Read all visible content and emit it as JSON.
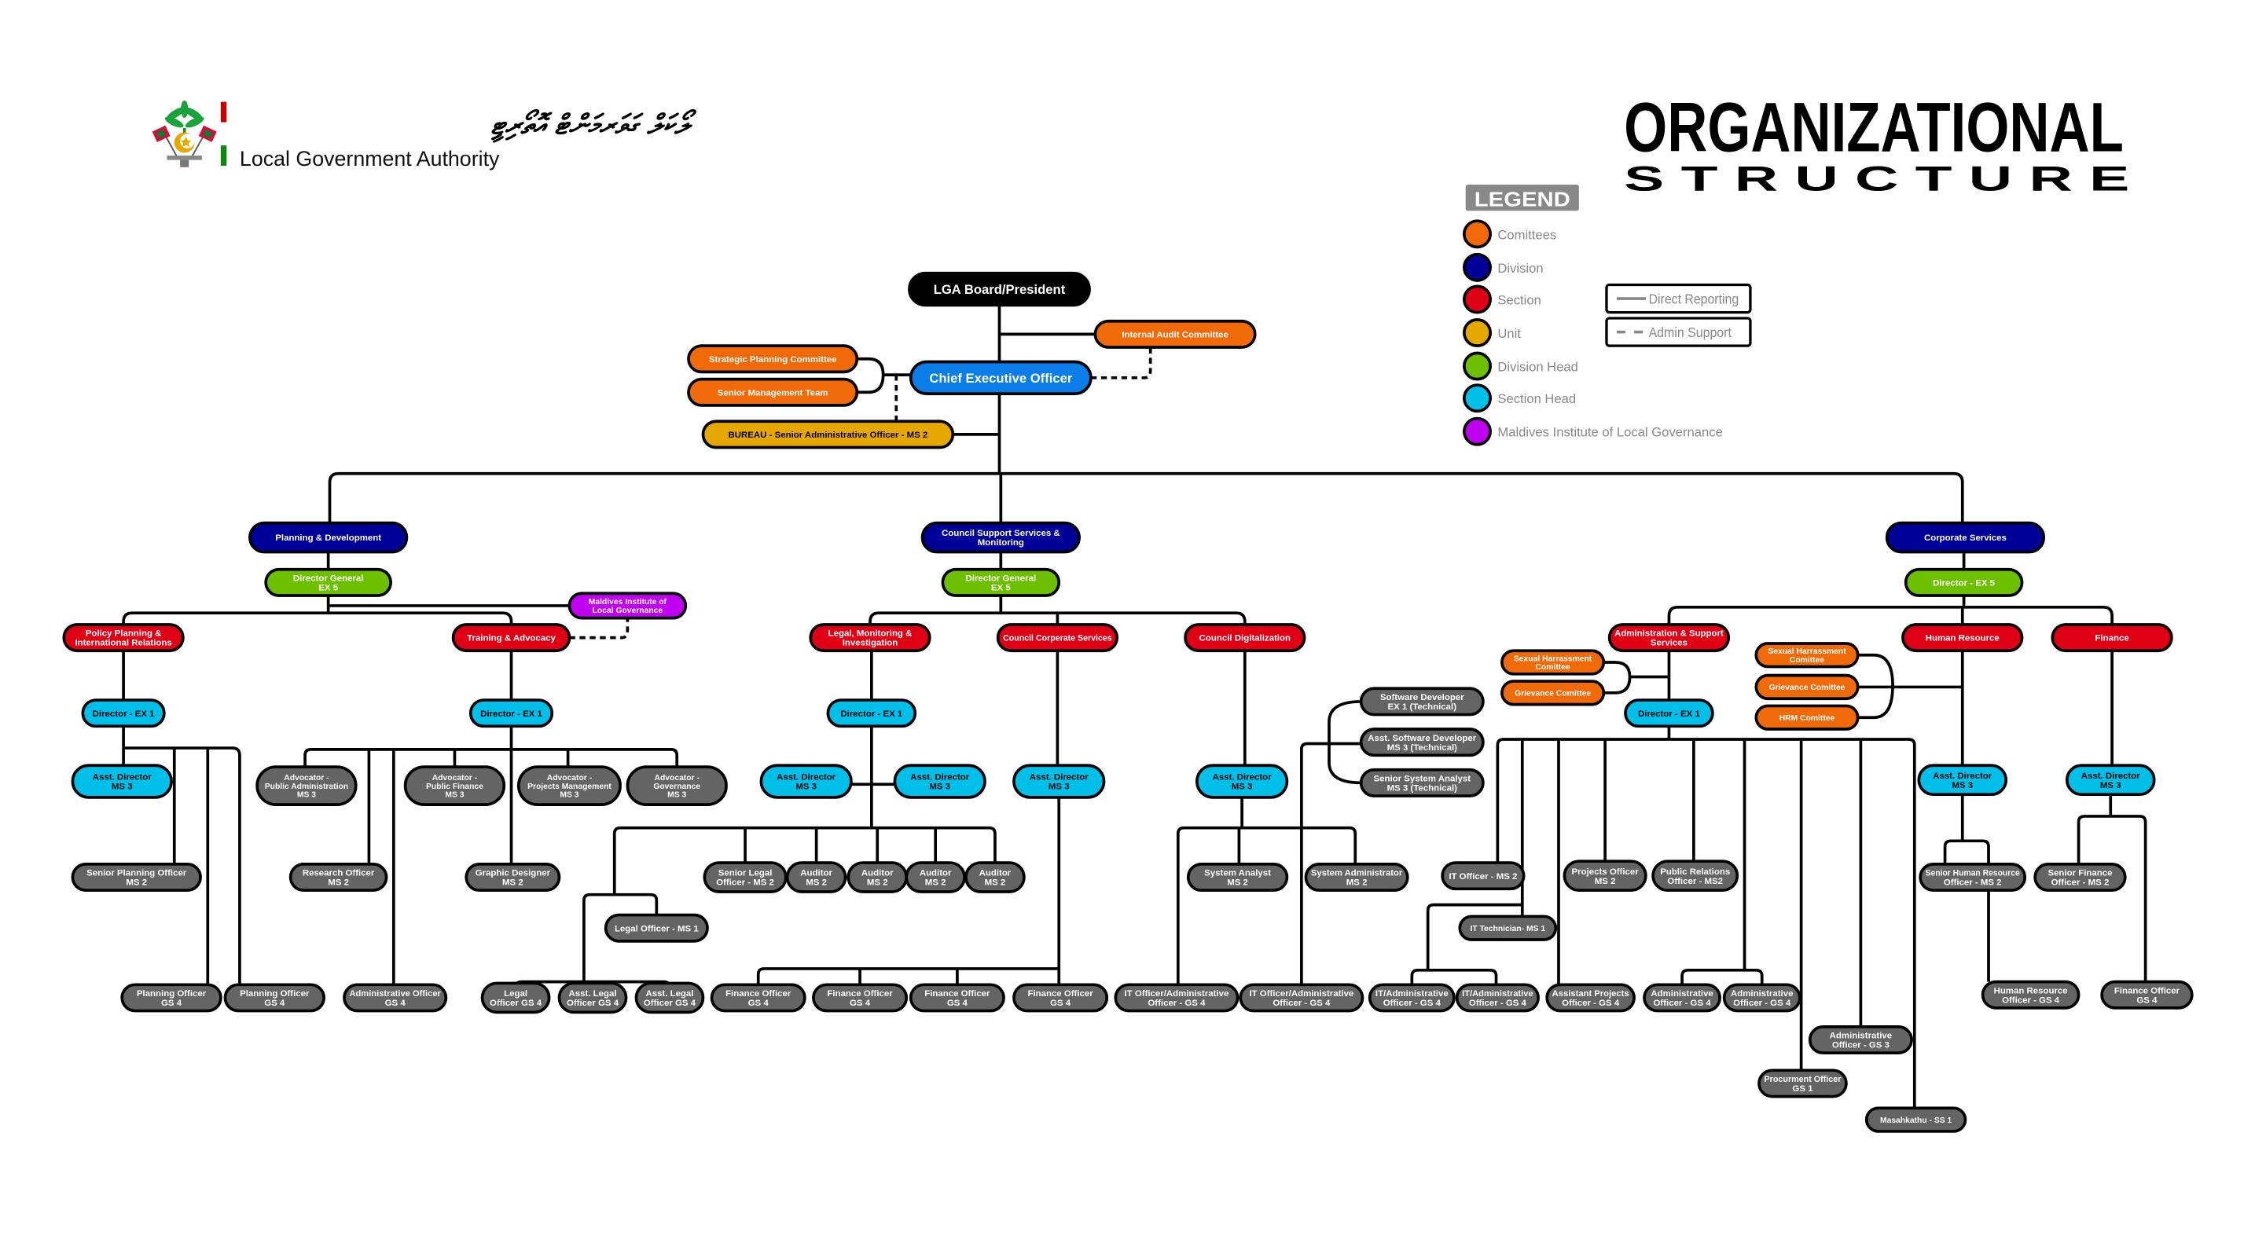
{
  "logo": {
    "thaana_text": "ލޯކަލް ގަވަރމަންޓް އޮތޯރިޓީ",
    "name": "Local Government Authority"
  },
  "title": {
    "line1": "ORGANIZATIONAL",
    "line2": "S T R U C T U R E"
  },
  "legend": {
    "heading": "LEGEND",
    "items": [
      {
        "label": "Comittees",
        "color": "#f06a0a"
      },
      {
        "label": "Division",
        "color": "#000099"
      },
      {
        "label": "Section",
        "color": "#e00016"
      },
      {
        "label": "Unit",
        "color": "#e6a800"
      },
      {
        "label": "Division Head",
        "color": "#6cc000"
      },
      {
        "label": "Section Head",
        "color": "#00bfe8"
      },
      {
        "label": "Maldives Institute of Local Governance",
        "color": "#c000f0"
      }
    ],
    "lines": [
      {
        "label": "Direct Reporting",
        "style": "solid"
      },
      {
        "label": "Admin Support",
        "style": "dashed"
      }
    ]
  },
  "colors": {
    "board": "#000000",
    "ceo": "#0a7de8",
    "committee": "#f06a0a",
    "division": "#000099",
    "section": "#e00016",
    "unit": "#e6a800",
    "division_head": "#6cc000",
    "section_head": "#00bfe8",
    "milg": "#c000f0",
    "position": "#646464"
  },
  "nodes": [
    {
      "id": "board",
      "type": "board",
      "lines": [
        "LGA Board/President"
      ]
    },
    {
      "id": "iac",
      "type": "committee",
      "lines": [
        "Internal Audit Committee"
      ]
    },
    {
      "id": "spc",
      "type": "committee",
      "lines": [
        "Strategic Planning Committee"
      ]
    },
    {
      "id": "smt",
      "type": "committee",
      "lines": [
        "Senior Management Team"
      ]
    },
    {
      "id": "ceo",
      "type": "ceo",
      "lines": [
        "Chief Executive Officer"
      ]
    },
    {
      "id": "bureau",
      "type": "unit",
      "lines": [
        "BUREAU - Senior Administrative Officer - MS 2"
      ]
    },
    {
      "id": "div_pd",
      "type": "division",
      "lines": [
        "Planning & Development"
      ]
    },
    {
      "id": "div_cs",
      "type": "division",
      "lines": [
        "Council Support Services &",
        "Monitoring"
      ]
    },
    {
      "id": "div_corp",
      "type": "division",
      "lines": [
        "Corporate Services"
      ]
    },
    {
      "id": "dg_pd",
      "type": "division_head",
      "lines": [
        "Director General",
        "EX 5"
      ]
    },
    {
      "id": "dg_cs",
      "type": "division_head",
      "lines": [
        "Director General",
        "EX 5"
      ]
    },
    {
      "id": "dg_corp",
      "type": "division_head",
      "lines": [
        "Director - EX 5"
      ]
    },
    {
      "id": "milg",
      "type": "milg",
      "lines": [
        "Maldives Institute of",
        "Local Governance"
      ]
    },
    {
      "id": "sec_ppir",
      "type": "section",
      "lines": [
        "Policy Planning &",
        "International Relations"
      ]
    },
    {
      "id": "sec_ta",
      "type": "section",
      "lines": [
        "Training & Advocacy"
      ]
    },
    {
      "id": "sec_lmi",
      "type": "section",
      "lines": [
        "Legal, Monitoring &",
        "Investigation"
      ]
    },
    {
      "id": "sec_ccs",
      "type": "section",
      "lines": [
        "Council Corperate Services"
      ]
    },
    {
      "id": "sec_cd",
      "type": "section",
      "lines": [
        "Council Digitalization"
      ]
    },
    {
      "id": "sec_ass",
      "type": "section",
      "lines": [
        "Administration & Support",
        "Services"
      ]
    },
    {
      "id": "sec_hr",
      "type": "section",
      "lines": [
        "Human Resource"
      ]
    },
    {
      "id": "sec_fin",
      "type": "section",
      "lines": [
        "Finance"
      ]
    },
    {
      "id": "dir_ppir",
      "type": "section_head",
      "lines": [
        "Director - EX 1"
      ]
    },
    {
      "id": "dir_ta",
      "type": "section_head",
      "lines": [
        "Director - EX 1"
      ]
    },
    {
      "id": "dir_lmi",
      "type": "section_head",
      "lines": [
        "Director - EX 1"
      ]
    },
    {
      "id": "dir_ass",
      "type": "section_head",
      "lines": [
        "Director - EX 1"
      ]
    },
    {
      "id": "ad_ppir",
      "type": "section_head",
      "lines": [
        "Asst. Director",
        "MS 3"
      ]
    },
    {
      "id": "ad_lmi1",
      "type": "section_head",
      "lines": [
        "Asst. Director",
        "MS 3"
      ]
    },
    {
      "id": "ad_lmi2",
      "type": "section_head",
      "lines": [
        "Asst. Director",
        "MS 3"
      ]
    },
    {
      "id": "ad_ccs",
      "type": "section_head",
      "lines": [
        "Asst. Director",
        "MS 3"
      ]
    },
    {
      "id": "ad_cd",
      "type": "section_head",
      "lines": [
        "Asst. Director",
        "MS 3"
      ]
    },
    {
      "id": "ad_hr",
      "type": "section_head",
      "lines": [
        "Asst. Director",
        "MS 3"
      ]
    },
    {
      "id": "ad_fin",
      "type": "section_head",
      "lines": [
        "Asst. Director",
        "MS 3"
      ]
    },
    {
      "id": "spo",
      "type": "position",
      "lines": [
        "Senior Planning Officer",
        "MS 2"
      ]
    },
    {
      "id": "po1",
      "type": "position",
      "lines": [
        "Planning Officer",
        "GS 4"
      ]
    },
    {
      "id": "po2",
      "type": "position",
      "lines": [
        "Planning Officer",
        "GS 4"
      ]
    },
    {
      "id": "adv_pa",
      "type": "position",
      "lines": [
        "Advocator -",
        "Public Administration",
        "MS 3"
      ]
    },
    {
      "id": "ro",
      "type": "position",
      "lines": [
        "Research Officer",
        "MS 2"
      ]
    },
    {
      "id": "ao_ta",
      "type": "position",
      "lines": [
        "Administrative Officer",
        "GS 4"
      ]
    },
    {
      "id": "adv_pf",
      "type": "position",
      "lines": [
        "Advocator -",
        "Public Finance",
        "MS 3"
      ]
    },
    {
      "id": "gd",
      "type": "position",
      "lines": [
        "Graphic Designer",
        "MS 2"
      ]
    },
    {
      "id": "adv_pm",
      "type": "position",
      "lines": [
        "Advocator -",
        "Projects Management",
        "MS 3"
      ]
    },
    {
      "id": "adv_gov",
      "type": "position",
      "lines": [
        "Advocator -",
        "Governance",
        "MS 3"
      ]
    },
    {
      "id": "slo",
      "type": "position",
      "lines": [
        "Senior Legal",
        "Officer - MS 2"
      ]
    },
    {
      "id": "aud1",
      "type": "position",
      "lines": [
        "Auditor",
        "MS 2"
      ]
    },
    {
      "id": "aud2",
      "type": "position",
      "lines": [
        "Auditor",
        "MS 2"
      ]
    },
    {
      "id": "aud3",
      "type": "position",
      "lines": [
        "Auditor",
        "MS 2"
      ]
    },
    {
      "id": "aud4",
      "type": "position",
      "lines": [
        "Auditor",
        "MS 2"
      ]
    },
    {
      "id": "lo_ms1",
      "type": "position",
      "lines": [
        "Legal Officer - MS 1"
      ]
    },
    {
      "id": "lo_gs4",
      "type": "position",
      "lines": [
        "Legal",
        "Officer GS 4"
      ]
    },
    {
      "id": "alo1",
      "type": "position",
      "lines": [
        "Asst. Legal",
        "Officer GS 4"
      ]
    },
    {
      "id": "alo2",
      "type": "position",
      "lines": [
        "Asst. Legal",
        "Officer GS 4"
      ]
    },
    {
      "id": "fo1",
      "type": "position",
      "lines": [
        "Finance Officer",
        "GS 4"
      ]
    },
    {
      "id": "fo2",
      "type": "position",
      "lines": [
        "Finance Officer",
        "GS 4"
      ]
    },
    {
      "id": "fo3",
      "type": "position",
      "lines": [
        "Finance Officer",
        "GS 4"
      ]
    },
    {
      "id": "fo4",
      "type": "position",
      "lines": [
        "Finance Officer",
        "GS 4"
      ]
    },
    {
      "id": "it_ao1",
      "type": "position",
      "lines": [
        "IT Officer/Administrative",
        "Officer - GS 4"
      ]
    },
    {
      "id": "it_ao2",
      "type": "position",
      "lines": [
        "IT Officer/Administrative",
        "Officer - GS 4"
      ]
    },
    {
      "id": "sa",
      "type": "position",
      "lines": [
        "System Analyst",
        "MS 2"
      ]
    },
    {
      "id": "sysadm",
      "type": "position",
      "lines": [
        "System Administrator",
        "MS 2"
      ]
    },
    {
      "id": "swd",
      "type": "position",
      "lines": [
        "Software Developer",
        "EX 1 (Technical)"
      ]
    },
    {
      "id": "aswd",
      "type": "position",
      "lines": [
        "Asst. Software Developer",
        "MS 3 (Technical)"
      ]
    },
    {
      "id": "ssa",
      "type": "position",
      "lines": [
        "Senior System Analyst",
        "MS 3 (Technical)"
      ]
    },
    {
      "id": "shc1",
      "type": "committee",
      "lines": [
        "Sexual Harrassment",
        "Comittee"
      ]
    },
    {
      "id": "gc1",
      "type": "committee",
      "lines": [
        "Grievance Comittee"
      ]
    },
    {
      "id": "it_ms2",
      "type": "position",
      "lines": [
        "IT Officer - MS 2"
      ]
    },
    {
      "id": "it_tech",
      "type": "position",
      "lines": [
        "IT Technician- MS 1"
      ]
    },
    {
      "id": "itao_a",
      "type": "position",
      "lines": [
        "IT/Administrative",
        "Officer - GS 4"
      ]
    },
    {
      "id": "itao_b",
      "type": "position",
      "lines": [
        "IT/Administrative",
        "Officer - GS 4"
      ]
    },
    {
      "id": "apo",
      "type": "position",
      "lines": [
        "Assistant Projects",
        "Officer - GS 4"
      ]
    },
    {
      "id": "proj",
      "type": "position",
      "lines": [
        "Projects Officer",
        "MS 2"
      ]
    },
    {
      "id": "pro",
      "type": "position",
      "lines": [
        "Public Relations",
        "Officer - MS2"
      ]
    },
    {
      "id": "adm1",
      "type": "position",
      "lines": [
        "Administrative",
        "Officer - GS 4"
      ]
    },
    {
      "id": "adm2",
      "type": "position",
      "lines": [
        "Administrative",
        "Officer - GS 4"
      ]
    },
    {
      "id": "adm_gs3",
      "type": "position",
      "lines": [
        "Administrative",
        "Officer - GS 3"
      ]
    },
    {
      "id": "proc",
      "type": "position",
      "lines": [
        "Procurment Officer",
        "GS 1"
      ]
    },
    {
      "id": "masa",
      "type": "position",
      "lines": [
        "Masahkathu - SS 1"
      ]
    },
    {
      "id": "shc2",
      "type": "committee",
      "lines": [
        "Sexual Harrassment",
        "Comittee"
      ]
    },
    {
      "id": "gc2",
      "type": "committee",
      "lines": [
        "Grievance Comittee"
      ]
    },
    {
      "id": "hrm",
      "type": "committee",
      "lines": [
        "HRM Comittee"
      ]
    },
    {
      "id": "shro",
      "type": "position",
      "lines": [
        "Senior Human Resource",
        "Officer - MS 2"
      ]
    },
    {
      "id": "hro",
      "type": "position",
      "lines": [
        "Human Resource",
        "Officer - GS 4"
      ]
    },
    {
      "id": "sfo",
      "type": "position",
      "lines": [
        "Senior Finance",
        "Officer - MS 2"
      ]
    },
    {
      "id": "fo_fin",
      "type": "position",
      "lines": [
        "Finance Officer",
        "GS 4"
      ]
    }
  ]
}
